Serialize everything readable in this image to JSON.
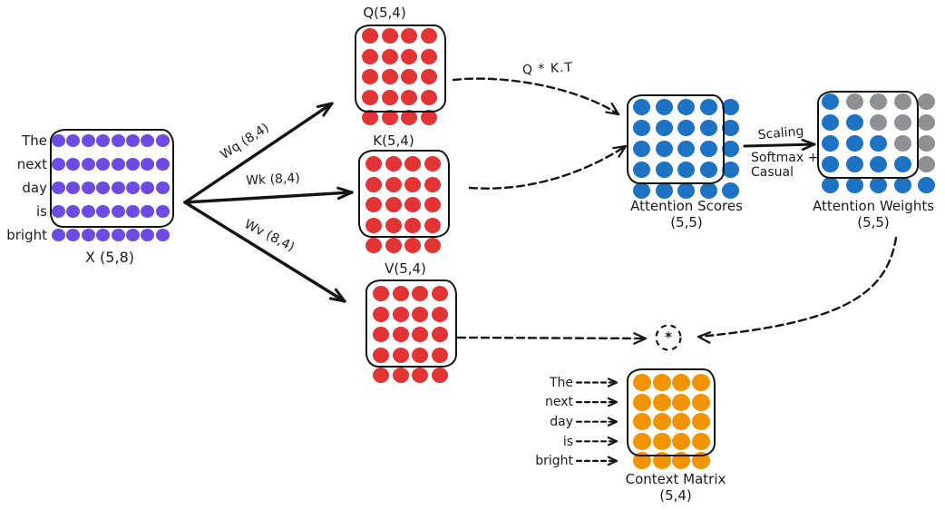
{
  "colors": {
    "purple": "#6d4be0",
    "red": "#e23434",
    "blue": "#1e72c4",
    "gray": "#8f9094",
    "orange": "#f29400",
    "ink": "#141414"
  },
  "input_words": [
    "The",
    "next",
    "day",
    "is",
    "bright"
  ],
  "matrices": {
    "x": {
      "label": "X (5,8)",
      "rows": 5,
      "cols": 8,
      "color": "purple"
    },
    "q": {
      "label": "Q(5,4)",
      "rows": 5,
      "cols": 4,
      "color": "red"
    },
    "k": {
      "label": "K(5,4)",
      "rows": 5,
      "cols": 4,
      "color": "red"
    },
    "v": {
      "label": "V(5,4)",
      "rows": 5,
      "cols": 4,
      "color": "red"
    },
    "scores": {
      "label": "Attention Scores",
      "sublabel": "(5,5)",
      "rows": 5,
      "cols": 5,
      "color": "blue"
    },
    "weights": {
      "label": "Attention Weights",
      "sublabel": "(5,5)",
      "rows": 5,
      "cols": 5,
      "color": "blue",
      "pattern": [
        [
          "blue",
          "gray",
          "gray",
          "gray",
          "gray"
        ],
        [
          "blue",
          "blue",
          "gray",
          "gray",
          "gray"
        ],
        [
          "blue",
          "blue",
          "blue",
          "gray",
          "gray"
        ],
        [
          "blue",
          "blue",
          "blue",
          "blue",
          "gray"
        ],
        [
          "blue",
          "blue",
          "blue",
          "blue",
          "blue"
        ]
      ]
    },
    "context": {
      "label": "Context Matrix",
      "sublabel": "(5,4)",
      "rows": 5,
      "cols": 4,
      "color": "orange",
      "row_words": [
        "The",
        "next",
        "day",
        "is",
        "bright"
      ]
    }
  },
  "edges": {
    "wq": "Wq (8,4)",
    "wk": "Wk (8,4)",
    "wv": "Wv (8,4)",
    "qkt": "Q * K.T",
    "scaling": "Scaling",
    "softmax_line1": "Softmax +",
    "softmax_line2": "Casual",
    "multiply": "*"
  }
}
